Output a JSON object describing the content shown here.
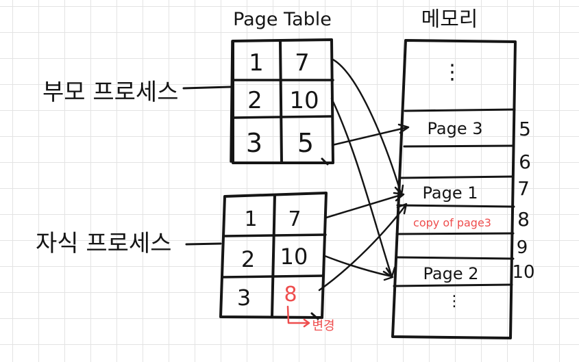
{
  "page_table_title": "Page Table",
  "memory_title": "메모리",
  "parent_label": "부모 프로세스",
  "child_label": "자식 프로세스",
  "parent_table": [
    {
      "page": "1",
      "frame": "7"
    },
    {
      "page": "2",
      "frame": "10"
    },
    {
      "page": "3",
      "frame": "5"
    }
  ],
  "child_table": [
    {
      "page": "1",
      "frame": "7"
    },
    {
      "page": "2",
      "frame": "10"
    },
    {
      "page": "3",
      "frame": "8"
    }
  ],
  "child_change_note": "변경",
  "memory": {
    "top_dots": "⋮",
    "bottom_dots": "⋮",
    "slots": [
      {
        "label": "Page 3"
      },
      {
        "label": "Page 1"
      },
      {
        "label": "copy of page3"
      },
      {
        "label": "Page 2"
      }
    ]
  },
  "frame_numbers": [
    "5",
    "6",
    "7",
    "8",
    "9",
    "10"
  ],
  "colors": {
    "ink": "#151515",
    "highlight": "#ee4d4d",
    "grid": "#e3e3e3"
  }
}
